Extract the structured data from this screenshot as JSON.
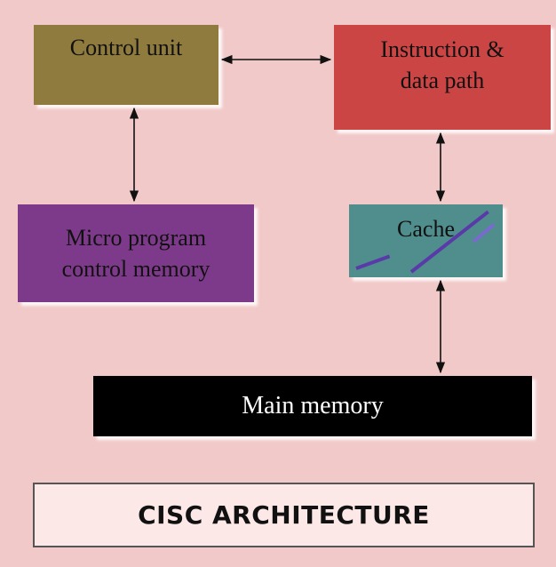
{
  "diagram": {
    "nodes": {
      "control_unit": {
        "label": "Control unit"
      },
      "instruction_path": {
        "line1": "Instruction &",
        "line2": "data path"
      },
      "micro_program": {
        "line1": "Micro program",
        "line2": "control memory"
      },
      "cache": {
        "label": "Cache"
      },
      "main_memory": {
        "label": "Main memory"
      }
    },
    "title": "CISC ARCHITECTURE",
    "edges": [
      {
        "from": "control_unit",
        "to": "instruction_path",
        "style": "bidirectional"
      },
      {
        "from": "control_unit",
        "to": "micro_program",
        "style": "bidirectional"
      },
      {
        "from": "instruction_path",
        "to": "cache",
        "style": "bidirectional"
      },
      {
        "from": "cache",
        "to": "main_memory",
        "style": "bidirectional"
      }
    ]
  },
  "colors": {
    "background": "#f2c9c9",
    "control_unit": "#8f7b3e",
    "instruction_path": "#cc4545",
    "micro_program": "#7e3a8a",
    "cache": "#4f8e8d",
    "main_memory": "#000000",
    "title_box": "#fde8e8"
  }
}
